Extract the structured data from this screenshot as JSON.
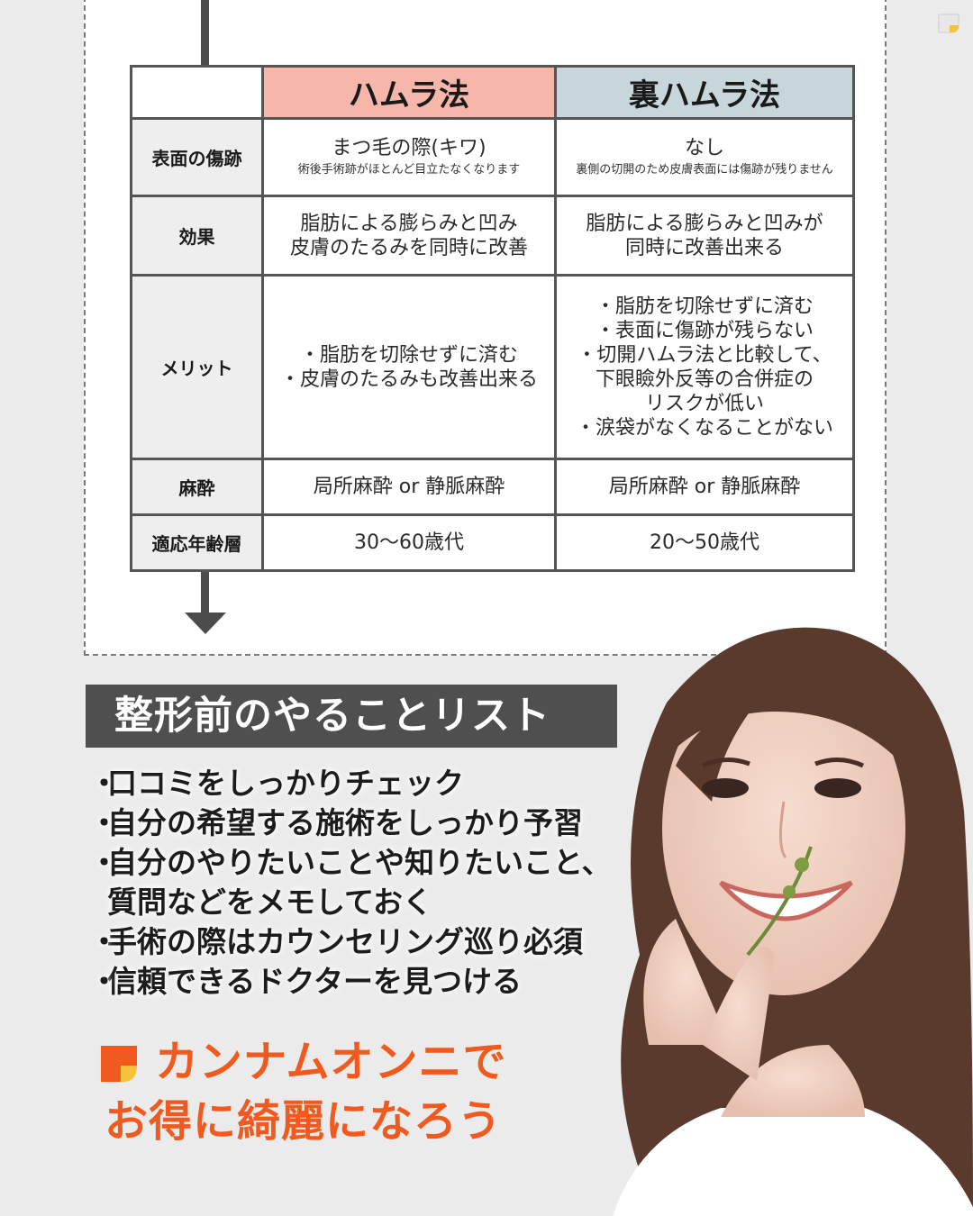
{
  "table": {
    "headers": [
      "",
      "ハムラ法",
      "裏ハムラ法"
    ],
    "rows": [
      {
        "label": "表面の傷跡",
        "col1": {
          "main": "まつ毛の際(キワ)",
          "sub": "術後手術跡がほとんど目立たなくなります"
        },
        "col2": {
          "main": "なし",
          "sub": "裏側の切開のため皮膚表面には傷跡が残りません"
        }
      },
      {
        "label": "効果",
        "col1": {
          "lines": [
            "脂肪による膨らみと凹み",
            "皮膚のたるみを同時に改善"
          ]
        },
        "col2": {
          "lines": [
            "脂肪による膨らみと凹みが",
            "同時に改善出来る"
          ]
        }
      },
      {
        "label": "メリット",
        "col1": {
          "lines": [
            "・脂肪を切除せずに済む",
            "・皮膚のたるみも改善出来る"
          ]
        },
        "col2": {
          "lines": [
            "・脂肪を切除せずに済む",
            "・表面に傷跡が残らない",
            "・切開ハムラ法と比較して、",
            "下眼瞼外反等の合併症の",
            "リスクが低い",
            "・涙袋がなくなることがない"
          ]
        }
      },
      {
        "label": "麻酔",
        "col1": {
          "lines": [
            "局所麻酔 or 静脈麻酔"
          ]
        },
        "col2": {
          "lines": [
            "局所麻酔 or 静脈麻酔"
          ]
        }
      },
      {
        "label": "適応年齢層",
        "col1": {
          "lines": [
            "30〜60歳代"
          ]
        },
        "col2": {
          "lines": [
            "20〜50歳代"
          ]
        }
      }
    ]
  },
  "banner_title": "整形前のやることリスト",
  "todo_items": [
    "口コミをしっかりチェック",
    "自分の希望する施術をしっかり予習",
    "自分のやりたいことや知りたいこと、",
    "質問などをメモしておく",
    "手術の際はカウンセリング巡り必須",
    "信頼できるドクターを見つける"
  ],
  "todo_bullet": "・",
  "cta": {
    "line1": "カンナムオンニで",
    "line2": "お得に綺麗になろう"
  },
  "colors": {
    "accent": "#f05a1e",
    "header_left": "#f6b6aa",
    "header_right": "#c7d6db",
    "banner": "#4f4f4f"
  },
  "icons": {
    "brand": "brand-logo-icon",
    "arrow": "down-arrow-icon"
  }
}
